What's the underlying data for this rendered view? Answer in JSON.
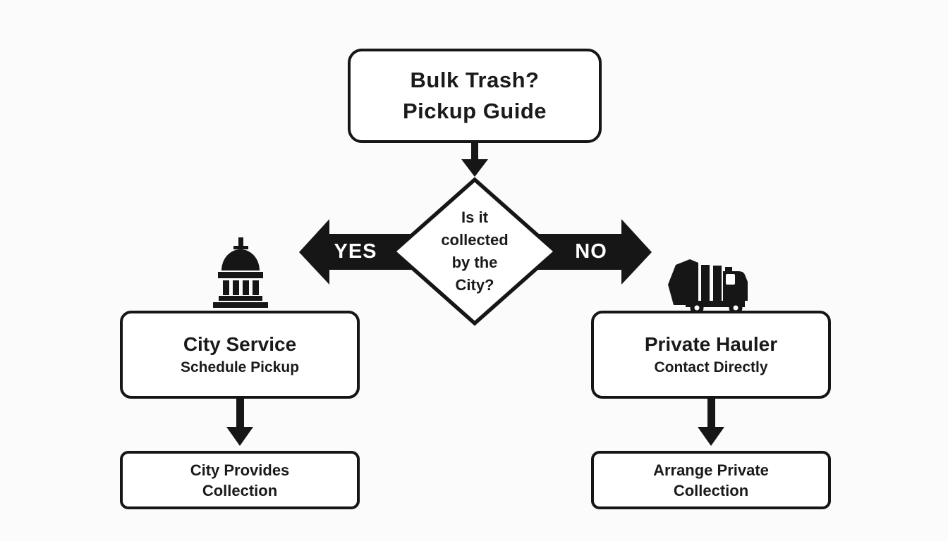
{
  "flowchart": {
    "title": {
      "lines": [
        "Bulk Trash?",
        "Pickup Guide"
      ]
    },
    "decision": {
      "question_lines": [
        "Is it",
        "collected",
        "by the",
        "City?"
      ]
    },
    "branch_yes": {
      "arrow_label": "YES",
      "icon": "city-hall-icon",
      "node_title": "City Service",
      "node_subtitle": "Schedule Pickup",
      "outcome_lines": [
        "City Provides",
        "Collection"
      ]
    },
    "branch_no": {
      "arrow_label": "NO",
      "icon": "garbage-truck-icon",
      "node_title": "Private Hauler",
      "node_subtitle": "Contact Directly",
      "outcome_lines": [
        "Arrange Private",
        "Collection"
      ]
    },
    "colors": {
      "ink": "#161616",
      "canvas_background": "#fbfbfc",
      "node_fill": "#ffffff",
      "arrow_label_text": "#ffffff"
    }
  }
}
